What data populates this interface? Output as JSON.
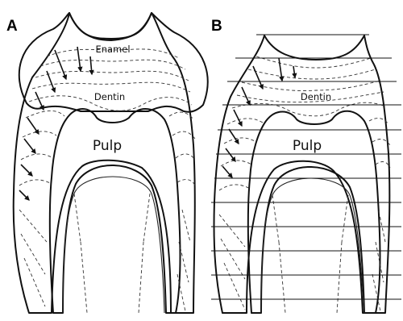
{
  "panels": [
    {
      "letter": "A",
      "labels": {
        "enamel": "Enamel",
        "dentin": "Dentin",
        "pulp": "Pulp"
      }
    },
    {
      "letter": "B",
      "labels": {
        "enamel": "",
        "dentin": "Dentin",
        "pulp": "Pulp"
      }
    }
  ]
}
